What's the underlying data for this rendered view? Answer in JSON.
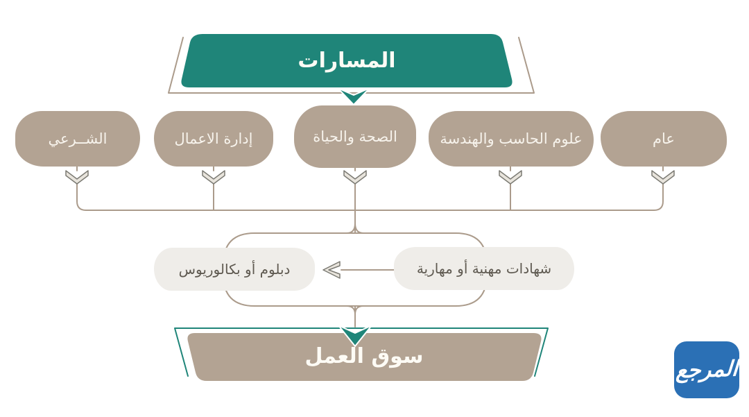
{
  "diagram": {
    "title": "المسارات",
    "tracks": [
      {
        "label": "الشــرعي"
      },
      {
        "label": "إدارة الاعمال"
      },
      {
        "label": "الصحة والحياة"
      },
      {
        "label": "علوم الحاسب والهندسة"
      },
      {
        "label": "عام"
      }
    ],
    "outcomes": [
      {
        "label": "دبلوم أو بكالوريوس"
      },
      {
        "label": "شهادات مهنية أو مهارية"
      }
    ],
    "bottom_title": "سوق العمل"
  },
  "logo": {
    "text": "المرجع"
  },
  "colors": {
    "teal": "#1f8579",
    "tan": "#b3a393",
    "light_box": "#efede9",
    "connector": "#ab9b8b",
    "chevron_fill": "#e8e4dc",
    "chevron_stroke": "#7b7a73",
    "logo_blue": "#2b70b5",
    "text_on_dark": "#f7f3ec",
    "text_on_light": "#5e5950",
    "background": "#ffffff"
  }
}
